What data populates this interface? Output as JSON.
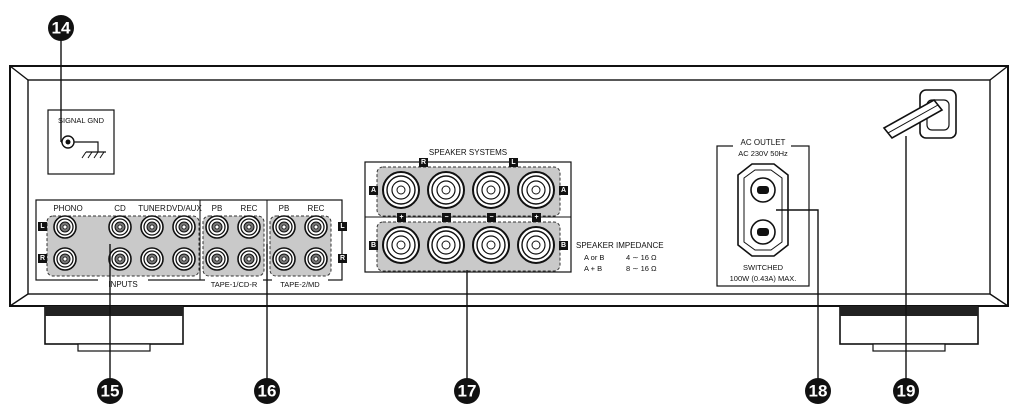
{
  "callouts": {
    "c14": "14",
    "c15": "15",
    "c16": "16",
    "c17": "17",
    "c18": "18",
    "c19": "19"
  },
  "signal_gnd": "SIGNAL GND",
  "inputs": {
    "phono": "PHONO",
    "cd": "CD",
    "tuner": "TUNER",
    "dvd_aux": "DVD/AUX",
    "group_label": "INPUTS"
  },
  "tape1": {
    "pb": "PB",
    "rec": "REC",
    "group_label": "TAPE-1/CD-R"
  },
  "tape2": {
    "pb": "PB",
    "rec": "REC",
    "group_label": "TAPE-2/MD"
  },
  "channel": {
    "left": "L",
    "right": "R"
  },
  "speakers": {
    "title": "SPEAKER SYSTEMS",
    "right": "R",
    "left": "L",
    "a": "A",
    "b": "B",
    "plus": "+",
    "minus": "−",
    "impedance_title": "SPEAKER IMPEDANCE",
    "impedance_rows": [
      {
        "mode": "A or B",
        "range": "4 ∼ 16 Ω"
      },
      {
        "mode": "A + B",
        "range": "8 ∼ 16 Ω"
      }
    ]
  },
  "ac_outlet": {
    "title": "AC OUTLET",
    "spec": "AC 230V  50Hz",
    "switched": "SWITCHED",
    "max": "100W (0.43A) MAX."
  }
}
